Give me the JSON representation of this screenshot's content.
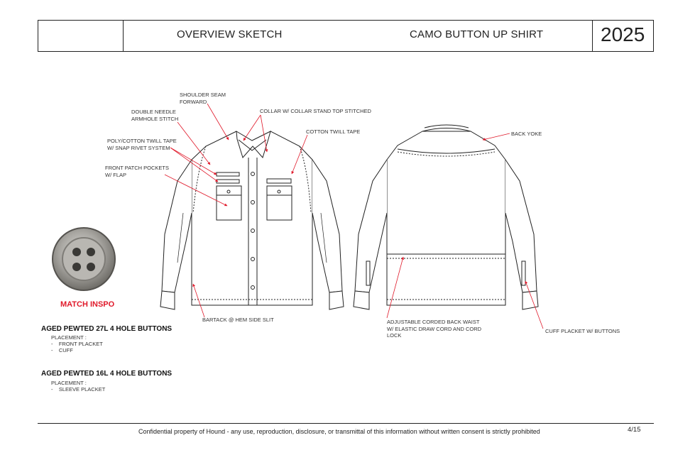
{
  "header": {
    "section_title": "OVERVIEW SKETCH",
    "style_name": "CAMO BUTTON UP SHIRT",
    "year": "2025"
  },
  "callouts": {
    "shoulder_seam_1": "SHOULDER SEAM",
    "shoulder_seam_2": "FORWARD",
    "double_needle_1": "DOUBLE NEEDLE",
    "double_needle_2": "ARMHOLE STITCH",
    "collar": "COLLAR W/ COLLAR STAND TOP STITCHED",
    "cotton_twill": "COTTON TWILL TAPE",
    "poly_cotton_1": "POLY/COTTON TWILL TAPE",
    "poly_cotton_2": "W/ SNAP RIVET SYSTEM",
    "front_patch_1": "FRONT PATCH POCKETS",
    "front_patch_2": "W/ FLAP",
    "back_yoke": "BACK YOKE",
    "bartack": "BARTACK @ HEM SIDE SLIT",
    "adjustable_1": "ADJUSTABLE CORDED BACK WAIST",
    "adjustable_2": "W/ ELASTIC DRAW CORD AND CORD",
    "adjustable_3": "LOCK",
    "cuff_placket": "CUFF PLACKET W/ BUTTONS"
  },
  "button_reference": {
    "label": "MATCH INSPO",
    "label_color": "#e0192a"
  },
  "specs": [
    {
      "title": "AGED PEWTED 27L 4 HOLE BUTTONS",
      "placement_label": "PLACEMENT :",
      "placements": [
        "FRONT PLACKET",
        "CUFF"
      ]
    },
    {
      "title": "AGED PEWTED 16L 4 HOLE BUTTONS",
      "placement_label": "PLACEMENT :",
      "placements": [
        "SLEEVE PLACKET"
      ]
    }
  ],
  "footer": {
    "confidential": "Confidential property of Hound - any use, reproduction, disclosure, or transmittal of this information without written consent is strictly prohibited",
    "page": "4/15"
  },
  "colors": {
    "callout_arrow": "#e0192a",
    "line_art": "#222222"
  }
}
